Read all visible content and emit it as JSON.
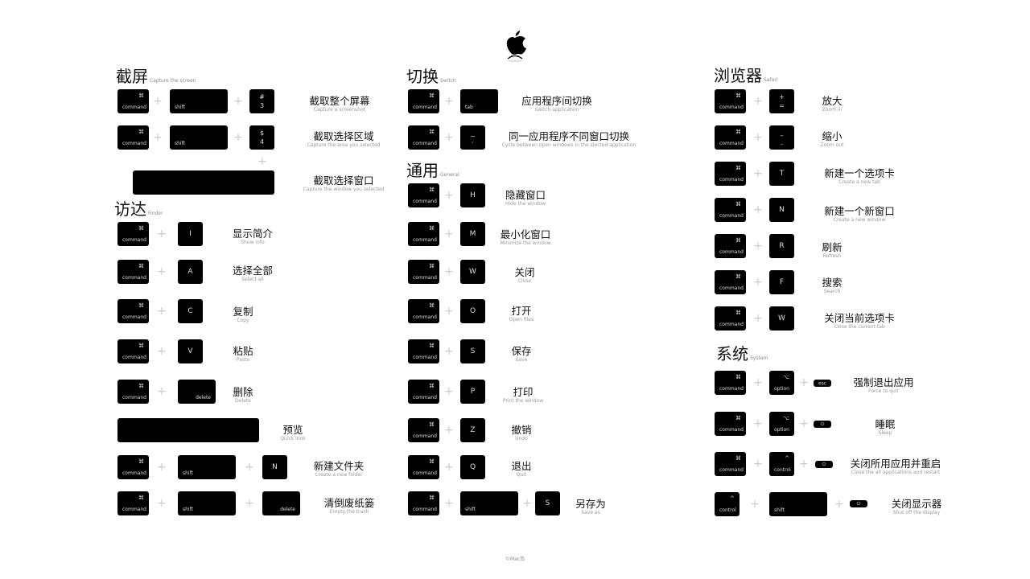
{
  "footer": "©Mac岛",
  "icons": {
    "logo": "apple-logo-icon",
    "command_symbol": "⌘",
    "option_symbol": "⌥",
    "control_symbol": "^",
    "power_symbol": "⏻"
  },
  "sections": {
    "capture": {
      "title": "截屏",
      "subtitle": "Capture the screen",
      "rows": [
        {
          "keys": [
            "command",
            "shift",
            "#3"
          ],
          "zh": "截取整个屏幕",
          "en": "Capture a screenshot"
        },
        {
          "keys": [
            "command",
            "shift",
            "$4"
          ],
          "zh": "截取选择区域",
          "en": "Capture the area you selected"
        },
        {
          "keys": [
            "space"
          ],
          "zh": "截取选择窗口",
          "en": "Capture the window you selected"
        }
      ]
    },
    "finder": {
      "title": "访达",
      "subtitle": "Finder",
      "rows": [
        {
          "keys": [
            "command",
            "I"
          ],
          "zh": "显示简介",
          "en": "Show info"
        },
        {
          "keys": [
            "command",
            "A"
          ],
          "zh": "选择全部",
          "en": "Select all"
        },
        {
          "keys": [
            "command",
            "C"
          ],
          "zh": "复制",
          "en": "Copy"
        },
        {
          "keys": [
            "command",
            "V"
          ],
          "zh": "粘贴",
          "en": "Paste"
        },
        {
          "keys": [
            "command",
            "delete"
          ],
          "zh": "删除",
          "en": "Delete"
        },
        {
          "keys": [
            "space"
          ],
          "zh": "预览",
          "en": "Quick look"
        },
        {
          "keys": [
            "command",
            "shift",
            "N"
          ],
          "zh": "新建文件夹",
          "en": "Create a new folder"
        },
        {
          "keys": [
            "command",
            "shift",
            "delete"
          ],
          "zh": "清倒废纸篓",
          "en": "Empty the trash"
        }
      ]
    },
    "switch": {
      "title": "切换",
      "subtitle": "Switch",
      "rows": [
        {
          "keys": [
            "command",
            "tab"
          ],
          "zh": "应用程序间切换",
          "en": "Switch application"
        },
        {
          "keys": [
            "command",
            "~"
          ],
          "zh": "同一应用程序不同窗口切换",
          "en": "Cycle between open windows in the slected application"
        }
      ]
    },
    "general": {
      "title": "通用",
      "subtitle": "General",
      "rows": [
        {
          "keys": [
            "command",
            "H"
          ],
          "zh": "隐藏窗口",
          "en": "Hide the window"
        },
        {
          "keys": [
            "command",
            "M"
          ],
          "zh": "最小化窗口",
          "en": "Minimize the window"
        },
        {
          "keys": [
            "command",
            "W"
          ],
          "zh": "关闭",
          "en": "Close"
        },
        {
          "keys": [
            "command",
            "O"
          ],
          "zh": "打开",
          "en": "Open files"
        },
        {
          "keys": [
            "command",
            "S"
          ],
          "zh": "保存",
          "en": "Save"
        },
        {
          "keys": [
            "command",
            "P"
          ],
          "zh": "打印",
          "en": "Print the window"
        },
        {
          "keys": [
            "command",
            "Z"
          ],
          "zh": "撤销",
          "en": "Undo"
        },
        {
          "keys": [
            "command",
            "Q"
          ],
          "zh": "退出",
          "en": "Quit"
        },
        {
          "keys": [
            "command",
            "shift",
            "S"
          ],
          "zh": "另存为",
          "en": "Save as"
        }
      ]
    },
    "safari": {
      "title": "浏览器",
      "subtitle": "Safari",
      "rows": [
        {
          "keys": [
            "command",
            "+="
          ],
          "zh": "放大",
          "en": "Zoom in"
        },
        {
          "keys": [
            "command",
            "-"
          ],
          "zh": "缩小",
          "en": "Zoom out"
        },
        {
          "keys": [
            "command",
            "T"
          ],
          "zh": "新建一个选项卡",
          "en": "Create a new tab"
        },
        {
          "keys": [
            "command",
            "N"
          ],
          "zh": "新建一个新窗口",
          "en": "Create a new window"
        },
        {
          "keys": [
            "command",
            "R"
          ],
          "zh": "刷新",
          "en": "Refresh"
        },
        {
          "keys": [
            "command",
            "F"
          ],
          "zh": "搜索",
          "en": "Search"
        },
        {
          "keys": [
            "command",
            "W"
          ],
          "zh": "关闭当前选项卡",
          "en": "Close the current tab"
        }
      ]
    },
    "system": {
      "title": "系统",
      "subtitle": "System",
      "rows": [
        {
          "keys": [
            "command",
            "option",
            "esc"
          ],
          "zh": "强制退出应用",
          "en": "Force to quit"
        },
        {
          "keys": [
            "command",
            "option",
            "power"
          ],
          "zh": "睡眠",
          "en": "Sleep"
        },
        {
          "keys": [
            "command",
            "control",
            "power"
          ],
          "zh": "关闭所用应用并重启",
          "en": "Close the all applications and restart"
        },
        {
          "keys": [
            "control",
            "shift",
            "power"
          ],
          "zh": "关闭显示器",
          "en": "Shut off the display"
        }
      ]
    }
  },
  "key_labels": {
    "command": "command",
    "shift": "shift",
    "option": "option",
    "control": "control",
    "delete": "delete",
    "tab": "tab",
    "esc": "esc",
    "hash_top": "#",
    "hash_bottom": "3",
    "dollar_top": "$",
    "dollar_bottom": "4",
    "plus_top": "+",
    "plus_bottom": "=",
    "minus_top": "–",
    "minus_bottom": "-",
    "tilde_top": "~",
    "tilde_bottom": "`",
    "I": "I",
    "A": "A",
    "C": "C",
    "V": "V",
    "N": "N",
    "H": "H",
    "M": "M",
    "W": "W",
    "O": "O",
    "S": "S",
    "P": "P",
    "Z": "Z",
    "Q": "Q",
    "T": "T",
    "R": "R",
    "F": "F"
  },
  "plus_sign": "+"
}
